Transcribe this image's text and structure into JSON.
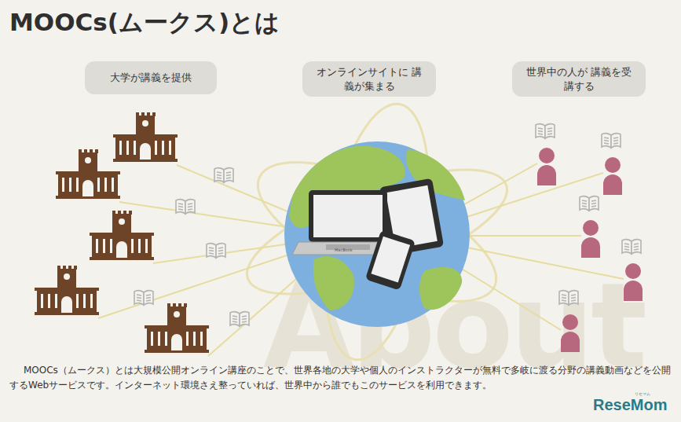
{
  "diagram": {
    "title": "MOOCs(ムークス)とは",
    "caption": "MOOCs（ムークス）とは大規模公開オンライン講座のことで、世界各地の大学や個人のインストラクターが無料で多岐に渡る分野の講義動画などを公開するWebサービスです。インターネット環境さえ整っていれば、世界中から誰でもこのサービスを利用できます。",
    "nodes": [
      {
        "text": [
          "大学が講義を提供"
        ]
      },
      {
        "text": [
          "オンラインサイトに 講義が集まる"
        ]
      },
      {
        "text": [
          "世界中の人が 講義を受講する"
        ]
      }
    ],
    "labels": [
      "About",
      "MacBook",
      "リセマム",
      "ReseMom"
    ]
  }
}
